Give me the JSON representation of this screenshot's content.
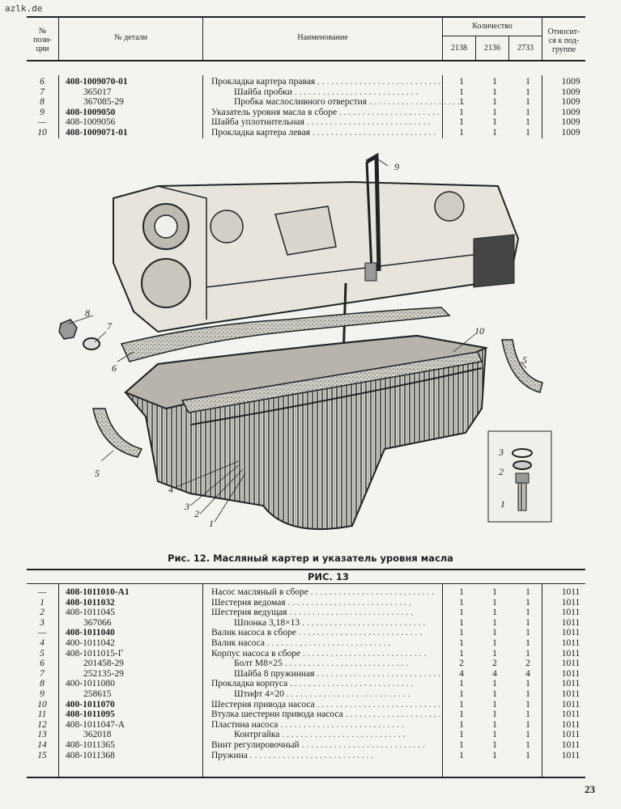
{
  "site_label": "azlk.de",
  "header": {
    "pos_label_line1": "№",
    "pos_label_line2": "пози-",
    "pos_label_line3": "ции",
    "part_label": "№ детали",
    "name_label": "Наименование",
    "qty_label": "Количество",
    "qty_cols": [
      "2138",
      "2136",
      "2733"
    ],
    "group_label_line1": "Относит-",
    "group_label_line2": "ся к под-",
    "group_label_line3": "группе"
  },
  "table_top": [
    {
      "pos": "6",
      "part": "408-1009070-01",
      "bold": true,
      "indent": 0,
      "name": "Прокладка картера правая",
      "q": [
        "1",
        "1",
        "1"
      ],
      "group": "1009"
    },
    {
      "pos": "7",
      "part": "365017",
      "bold": false,
      "indent": 1,
      "name": "Шайба пробки",
      "q": [
        "1",
        "1",
        "1"
      ],
      "group": "1009"
    },
    {
      "pos": "8",
      "part": "367085-29",
      "bold": false,
      "indent": 1,
      "name": "Пробка маслосливного отверстия",
      "q": [
        "1",
        "1",
        "1"
      ],
      "group": "1009"
    },
    {
      "pos": "9",
      "part": "408-1009050",
      "bold": true,
      "indent": 0,
      "name": "Указатель уровня масла в сборе",
      "q": [
        "1",
        "1",
        "1"
      ],
      "group": "1009"
    },
    {
      "pos": "—",
      "part": "408-1009056",
      "bold": false,
      "indent": 0,
      "name": "Шайба уплотнительная",
      "q": [
        "1",
        "1",
        "1"
      ],
      "group": "1009"
    },
    {
      "pos": "10",
      "part": "408-1009071-01",
      "bold": true,
      "indent": 0,
      "name": "Прокладка картера левая",
      "q": [
        "1",
        "1",
        "1"
      ],
      "group": "1009"
    }
  ],
  "figure": {
    "caption": "Рис. 12. Масляный картер и указатель уровня масла",
    "callouts": [
      "9",
      "8",
      "7",
      "6",
      "10",
      "5",
      "5",
      "4",
      "3",
      "2",
      "1",
      "3",
      "2",
      "1"
    ]
  },
  "section_title": "РИС. 13",
  "table_bottom": [
    {
      "pos": "—",
      "part": "408-1011010-А1",
      "bold": true,
      "indent": 0,
      "name": "Насос масляный в сборе",
      "q": [
        "1",
        "1",
        "1"
      ],
      "group": "1011"
    },
    {
      "pos": "1",
      "part": "408-1011032",
      "bold": true,
      "indent": 0,
      "name": "Шестерня ведомая",
      "q": [
        "1",
        "1",
        "1"
      ],
      "group": "1011"
    },
    {
      "pos": "2",
      "part": "408-1011045",
      "bold": false,
      "indent": 0,
      "name": "Шестерня ведущая",
      "q": [
        "1",
        "1",
        "1"
      ],
      "group": "1011"
    },
    {
      "pos": "3",
      "part": "367066",
      "bold": false,
      "indent": 1,
      "name": "Шпонка 3,18×13",
      "q": [
        "1",
        "1",
        "1"
      ],
      "group": "1011"
    },
    {
      "pos": "—",
      "part": "408-1011040",
      "bold": true,
      "indent": 0,
      "name": "Валик насоса в сборе",
      "q": [
        "1",
        "1",
        "1"
      ],
      "group": "1011"
    },
    {
      "pos": "4",
      "part": "400-1011042",
      "bold": false,
      "indent": 0,
      "name": "Валик насоса",
      "q": [
        "1",
        "1",
        "1"
      ],
      "group": "1011"
    },
    {
      "pos": "5",
      "part": "408-1011015-Г",
      "bold": false,
      "indent": 0,
      "name": "Корпус насоса в сборе",
      "q": [
        "1",
        "1",
        "1"
      ],
      "group": "1011"
    },
    {
      "pos": "6",
      "part": "201458-29",
      "bold": false,
      "indent": 1,
      "name": "Болт М8×25",
      "q": [
        "2",
        "2",
        "2"
      ],
      "group": "1011"
    },
    {
      "pos": "7",
      "part": "252135-29",
      "bold": false,
      "indent": 1,
      "name": "Шайба 8 пружинная",
      "q": [
        "4",
        "4",
        "4"
      ],
      "group": "1011"
    },
    {
      "pos": "8",
      "part": "400-1011080",
      "bold": false,
      "indent": 0,
      "name": "Прокладка корпуса",
      "q": [
        "1",
        "1",
        "1"
      ],
      "group": "1011"
    },
    {
      "pos": "9",
      "part": "258615",
      "bold": false,
      "indent": 1,
      "name": "Штифт 4×20",
      "q": [
        "1",
        "1",
        "1"
      ],
      "group": "1011"
    },
    {
      "pos": "10",
      "part": "400-1011070",
      "bold": true,
      "indent": 0,
      "name": "Шестерня привода насоса",
      "q": [
        "1",
        "1",
        "1"
      ],
      "group": "1011"
    },
    {
      "pos": "11",
      "part": "408-1011095",
      "bold": true,
      "indent": 0,
      "name": "Втулка шестерни привода насоса",
      "q": [
        "1",
        "1",
        "1"
      ],
      "group": "1011"
    },
    {
      "pos": "12",
      "part": "408-1011047-А",
      "bold": false,
      "indent": 0,
      "name": "Пластина насоса",
      "q": [
        "1",
        "1",
        "1"
      ],
      "group": "1011"
    },
    {
      "pos": "13",
      "part": "362018",
      "bold": false,
      "indent": 1,
      "name": "Контргайка",
      "q": [
        "1",
        "1",
        "1"
      ],
      "group": "1011"
    },
    {
      "pos": "14",
      "part": "408-1011365",
      "bold": false,
      "indent": 0,
      "name": "Винт регулировочный",
      "q": [
        "1",
        "1",
        "1"
      ],
      "group": "1011"
    },
    {
      "pos": "15",
      "part": "408-1011368",
      "bold": false,
      "indent": 0,
      "name": "Пружина",
      "q": [
        "1",
        "1",
        "1"
      ],
      "group": "1011"
    }
  ],
  "page_number": "23"
}
